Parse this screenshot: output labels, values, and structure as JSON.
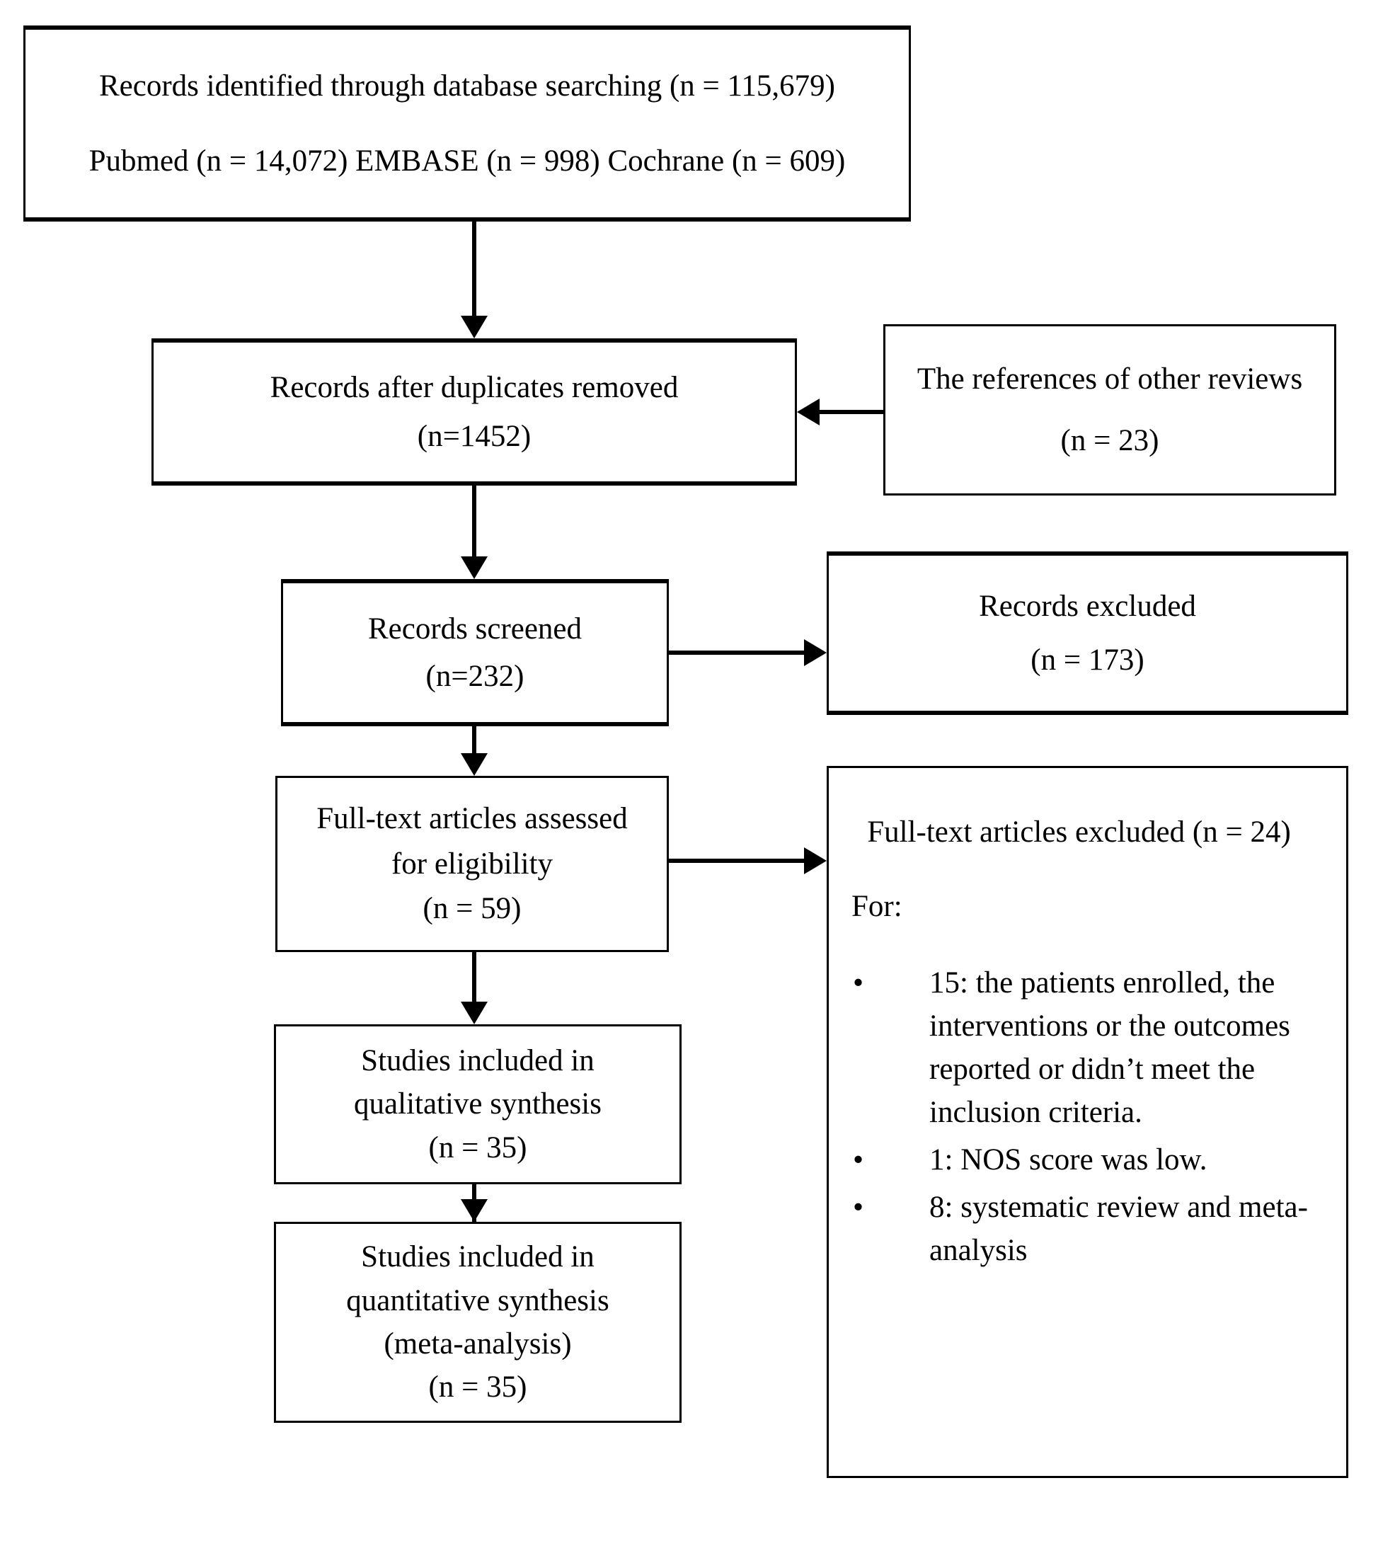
{
  "diagram": {
    "type": "prisma-flow-diagram",
    "boxes": {
      "identified": {
        "line1": "Records identified through database searching (n = 115,679)",
        "line2": "Pubmed (n = 14,072) EMBASE (n = 998) Cochrane (n = 609)"
      },
      "duplicates": {
        "line1": "Records after duplicates removed",
        "line2": "(n=1452)"
      },
      "references": {
        "line1": "The references of other reviews",
        "line2": "(n = 23)"
      },
      "screened": {
        "line1": "Records screened",
        "line2": "(n=232)"
      },
      "records_excluded": {
        "line1": "Records excluded",
        "line2": "(n = 173)"
      },
      "fulltext_assessed": {
        "line1": "Full-text articles assessed",
        "line2": "for eligibility",
        "line3": "(n = 59)"
      },
      "fulltext_excluded": {
        "header": "Full-text articles excluded (n = 24)",
        "for_label": "For:",
        "bullet_char": "•",
        "reasons": [
          "15: the patients enrolled, the interventions or the outcomes reported or didn’t meet the inclusion criteria.",
          "1: NOS score was low.",
          "8: systematic review and meta-analysis"
        ]
      },
      "qualitative": {
        "line1": "Studies included in",
        "line2": "qualitative synthesis",
        "line3": "(n = 35)"
      },
      "quantitative": {
        "line1": "Studies included in",
        "line2": "quantitative synthesis",
        "line3": "(meta-analysis)",
        "line4": "(n = 35)"
      }
    },
    "colors": {
      "stroke": "#000000",
      "background": "#ffffff",
      "text": "#000000"
    }
  }
}
